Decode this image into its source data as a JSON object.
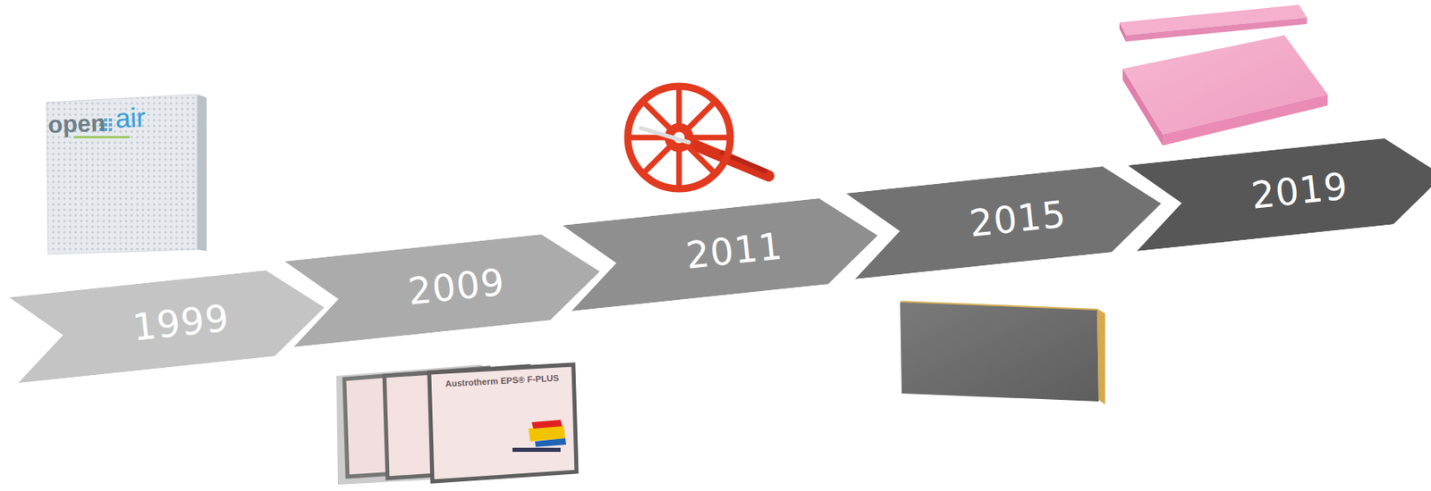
{
  "diagram": {
    "nodes": [
      {
        "text": [
          "1999"
        ]
      },
      {
        "text": [
          "2009"
        ]
      },
      {
        "text": [
          "2011"
        ]
      },
      {
        "text": [
          "2015"
        ]
      },
      {
        "text": [
          "2019"
        ]
      }
    ],
    "labels": [
      "open",
      "air",
      "Austrotherm EPS® F-PLUS"
    ]
  }
}
